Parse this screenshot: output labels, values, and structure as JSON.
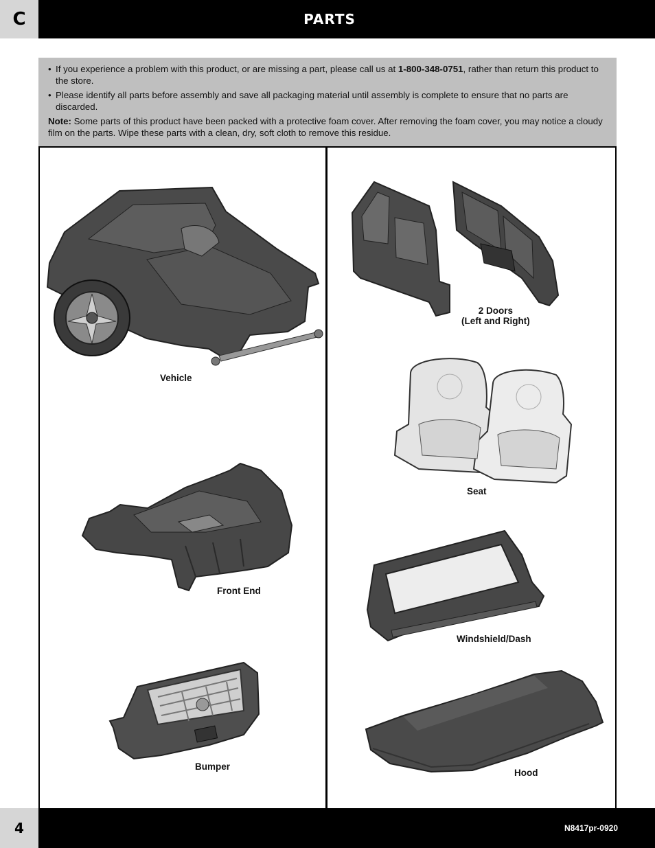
{
  "header": {
    "section_letter": "C",
    "title": "PARTS"
  },
  "notice": {
    "bullet1_pre": "If you experience a problem with this product, or are missing a part, please call us at ",
    "bullet1_phone": "1-800-348-0751",
    "bullet1_post": ", rather than return this product to the store.",
    "bullet2": "Please identify all parts before assembly and save all packaging material until assembly is complete to ensure that no parts are discarded.",
    "note_label": "Note:",
    "note_text": " Some parts of this product have been packed with a protective foam cover. After removing the foam cover, you may notice a cloudy film on the parts. Wipe these parts with a clean, dry, soft cloth to remove this residue."
  },
  "parts": {
    "vehicle": "Vehicle",
    "doors_line1": "2 Doors",
    "doors_line2": "(Left and Right)",
    "seat": "Seat",
    "front_end": "Front End",
    "windshield": "Windshield/Dash",
    "bumper": "Bumper",
    "hood": "Hood"
  },
  "footer": {
    "page_number": "4",
    "doc_code": "N8417pr-0920"
  },
  "colors": {
    "black": "#000000",
    "gray_tab": "#d6d6d6",
    "notice_bg": "#bfbfbf",
    "part_dark": "#4a4a4a",
    "part_light": "#e8e8e8"
  }
}
